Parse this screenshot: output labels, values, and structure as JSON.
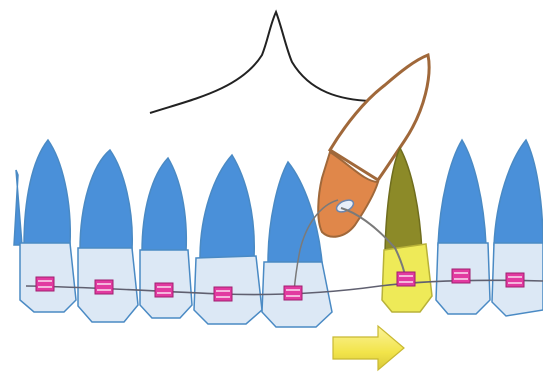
{
  "diagram": {
    "kind": "orthodontic-canine-traction",
    "colors": {
      "tooth_root": "#4a90d9",
      "tooth_crown": "#dce8f5",
      "tooth_outline": "#4a8ac4",
      "bracket": "#e23aa0",
      "archwire": "#606070",
      "impacted_canine_outline": "#a0683a",
      "impacted_canine_follicle": "#e0874a",
      "target_root": "#8c8a28",
      "target_crown": "#eeea58",
      "bone_line": "#222222",
      "arrow_fill": "#f2e44a",
      "arrow_outline": "#c8b832",
      "traction_ligature": "#7a7a7a"
    },
    "arrow_direction": "right",
    "arch_teeth_count": 8
  }
}
